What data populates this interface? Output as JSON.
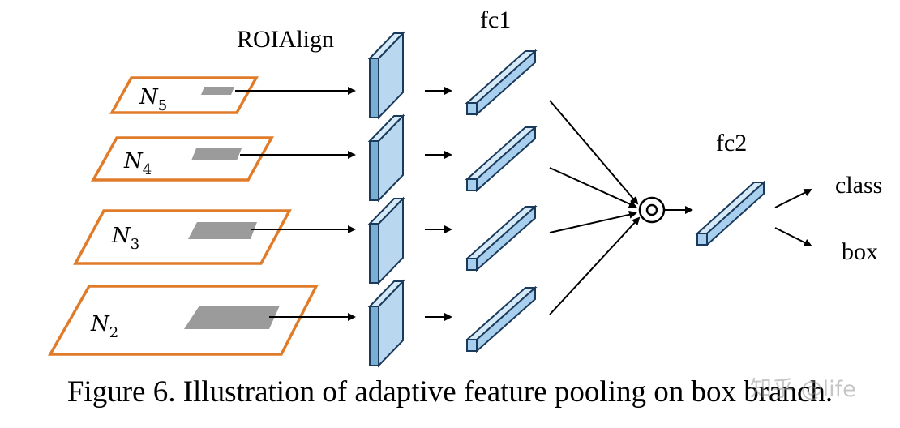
{
  "labels": {
    "roialign": "ROIAlign",
    "fc1": "fc1",
    "fc2": "fc2",
    "class": "class",
    "box": "box"
  },
  "levels": [
    {
      "name": "N",
      "sub": "5"
    },
    {
      "name": "N",
      "sub": "4"
    },
    {
      "name": "N",
      "sub": "3"
    },
    {
      "name": "N",
      "sub": "2"
    }
  ],
  "caption": "Figure 6. Illustration of adaptive feature pooling on box branch.",
  "watermark": "知乎 @life",
  "colors": {
    "level_border": "#e07b2a",
    "roi_fill": "#9b9b9b",
    "feature_front": "#7baed3",
    "feature_side": "#b9d8ef",
    "fc_face": "#a8d0ee",
    "stroke": "#1a3a5c"
  },
  "fusion_symbol": "element-wise max/sum node",
  "icons": {
    "fusion_node": "circled-dot-icon",
    "arrow": "arrow-right-icon"
  }
}
